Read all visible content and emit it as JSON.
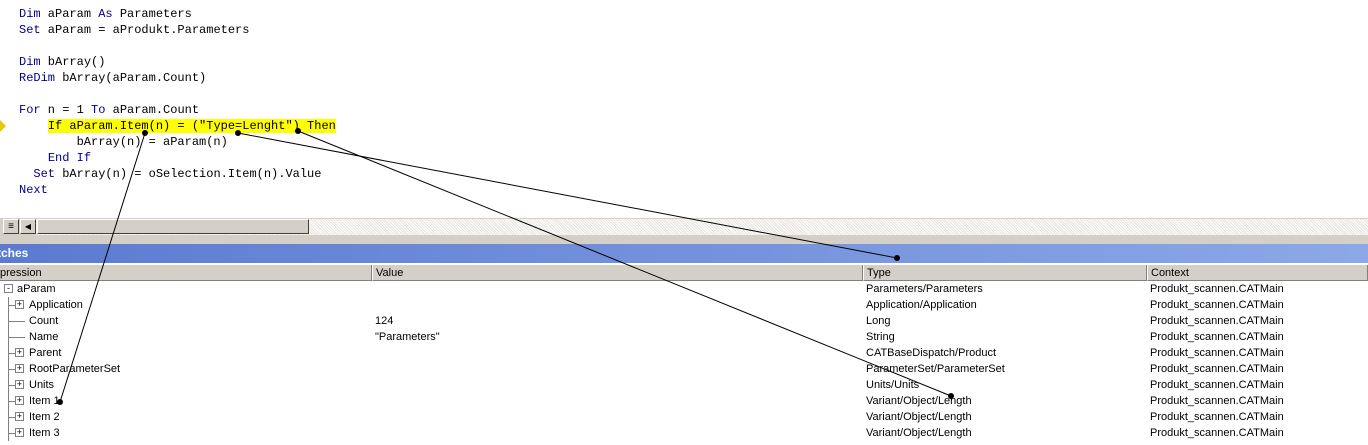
{
  "editor": {
    "lines": [
      [
        {
          "t": "Dim",
          "k": 1
        },
        {
          "t": " aParam "
        },
        {
          "t": "As",
          "k": 1
        },
        {
          "t": " Parameters"
        }
      ],
      [
        {
          "t": "Set",
          "k": 1
        },
        {
          "t": " aParam = aProdukt.Parameters"
        }
      ],
      [],
      [
        {
          "t": "Dim",
          "k": 1
        },
        {
          "t": " bArray()"
        }
      ],
      [
        {
          "t": "ReDim",
          "k": 1
        },
        {
          "t": " bArray(aParam.Count)"
        }
      ],
      [],
      [
        {
          "t": "For",
          "k": 1
        },
        {
          "t": " n = 1 "
        },
        {
          "t": "To",
          "k": 1
        },
        {
          "t": " aParam.Count"
        }
      ],
      [
        {
          "t": "    "
        },
        {
          "t": "If aParam.Item(n) = (\"Type=Lenght\") Then",
          "h": 1
        }
      ],
      [
        {
          "t": "        bArray(n) = aParam(n)"
        }
      ],
      [
        {
          "t": "    "
        },
        {
          "t": "End If",
          "k": 1
        }
      ],
      [
        {
          "t": "  "
        },
        {
          "t": "Set",
          "k": 1
        },
        {
          "t": " bArray(n) = oSelection.Item(n).Value"
        }
      ],
      [
        {
          "t": "Next",
          "k": 1
        }
      ]
    ]
  },
  "watches": {
    "title": "tches",
    "columns": {
      "expression": "pression",
      "value": "Value",
      "type": "Type",
      "context": "Context"
    },
    "rows": [
      {
        "expression": "aParam",
        "value": "",
        "type": "Parameters/Parameters",
        "context": "Produkt_scannen.CATMain",
        "toggle": "-",
        "level": 0
      },
      {
        "expression": "Application",
        "value": "",
        "type": "Application/Application",
        "context": "Produkt_scannen.CATMain",
        "toggle": "+",
        "level": 1
      },
      {
        "expression": "Count",
        "value": "124",
        "type": "Long",
        "context": "Produkt_scannen.CATMain",
        "toggle": "",
        "level": 1
      },
      {
        "expression": "Name",
        "value": "\"Parameters\"",
        "type": "String",
        "context": "Produkt_scannen.CATMain",
        "toggle": "",
        "level": 1
      },
      {
        "expression": "Parent",
        "value": "",
        "type": "CATBaseDispatch/Product",
        "context": "Produkt_scannen.CATMain",
        "toggle": "+",
        "level": 1
      },
      {
        "expression": "RootParameterSet",
        "value": "",
        "type": "ParameterSet/ParameterSet",
        "context": "Produkt_scannen.CATMain",
        "toggle": "+",
        "level": 1
      },
      {
        "expression": "Units",
        "value": "",
        "type": "Units/Units",
        "context": "Produkt_scannen.CATMain",
        "toggle": "+",
        "level": 1
      },
      {
        "expression": "Item 1",
        "value": "",
        "type": "Variant/Object/Length",
        "context": "Produkt_scannen.CATMain",
        "toggle": "+",
        "level": 1
      },
      {
        "expression": "Item 2",
        "value": "",
        "type": "Variant/Object/Length",
        "context": "Produkt_scannen.CATMain",
        "toggle": "+",
        "level": 1
      },
      {
        "expression": "Item 3",
        "value": "",
        "type": "Variant/Object/Length",
        "context": "Produkt_scannen.CATMain",
        "toggle": "+",
        "level": 1
      }
    ]
  },
  "annotation_color": "#000000",
  "highlight_color": "#ffff00",
  "title_bar_color": "#5b7bd0"
}
